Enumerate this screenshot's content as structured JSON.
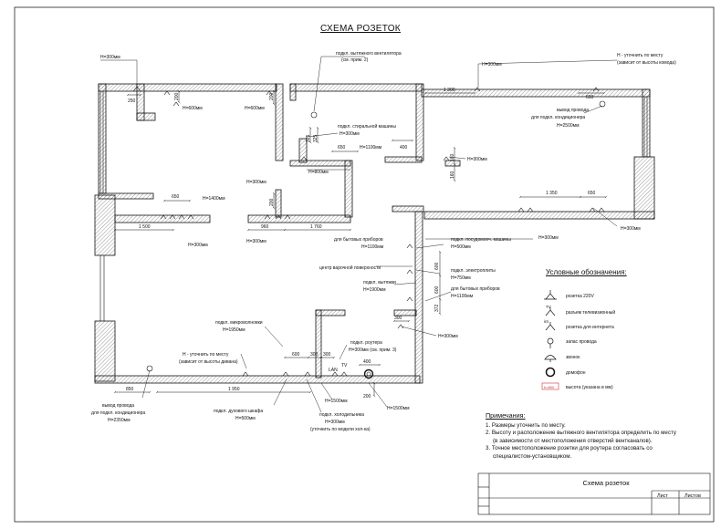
{
  "title": "СХЕМА РОЗЕТОК",
  "labels": {
    "h300_tl": "H=300мм",
    "d250": "250",
    "d200_a": "200",
    "h600_a": "H=600мм",
    "h600_b": "H=600мм",
    "d200_b": "200",
    "vent": "подкл. вытяжного вентилятора",
    "vent2": "(см. прим. 2)",
    "h_top_r1": "H - уточнить по месту",
    "h_top_r2": "(зависит от высоты комода)",
    "h300_top": "H=300мм",
    "d1300": "1 300",
    "d650_tr": "650",
    "wire1": "вывод провода",
    "wire2": "для подкл. кондиционера",
    "wire3": "H=2500мм",
    "wash1": "подкл. стиральной машины",
    "wash2": "H=300мм",
    "d325": "325",
    "d325b": "325",
    "d650_m": "650",
    "h1100_m": "H=1100мм",
    "d400_m": "400",
    "h800": "H=800мм",
    "h300_c": "H=300мм",
    "d160": "160",
    "d160b": "160",
    "h300_bath": "H=300мм",
    "d200_c": "200",
    "d650_l": "650",
    "h1400": "H=1400мм",
    "d960": "960",
    "d1760": "1 760",
    "d1500": "1 500",
    "h300_l": "H=300мм",
    "h300_k": "H=300мм",
    "d1350": "1 350",
    "d650_r": "650",
    "h300_r": "H=300мм",
    "h300_r2": "H=300мм",
    "appl1": "для бытовых приборов",
    "appl2": "H=1100мм",
    "dish1": "подкл. посудомоеч. машины",
    "dish2": "H=500мм",
    "hob_c": "центр варочной поверхности",
    "stove1": "подкл. электроплиты",
    "stove2": "H=750мм",
    "hood1": "подкл. вытяжки",
    "hood2": "H=1900мм",
    "appl3": "для бытовых приборов",
    "appl4": "H=1100мм",
    "d600_a": "600",
    "d600_b": "600",
    "d372": "372",
    "micro1": "подкл. микроволновки",
    "micro2": "H=1950мм",
    "hsofa1": "H - уточнить по месту",
    "hsofa2": "(зависит от высоты дивана)",
    "d600_c": "600",
    "d300_a": "300",
    "d300_b": "300",
    "router1": "подкл. роутера",
    "router2": "H=300мм (см. прим. 3)",
    "d300_c": "300",
    "h300_e": "H=300мм",
    "lan": "LAN",
    "tv": "TV",
    "d400_b": "400",
    "d850": "850",
    "d1950": "1 950",
    "h1500_a": "H=1500мм",
    "d200_d": "200",
    "h1500_b": "H=1500мм",
    "wire4": "вывод провода",
    "wire5": "для подкл. кондиционера",
    "wire6": "H=2350мм",
    "oven1": "подкл. духового шкафа",
    "oven2": "H=500мм",
    "fridge1": "подкл. холодильника",
    "fridge2": "H=300мм",
    "fridge3": "(уточнить по модели хол-ка)"
  },
  "legend": {
    "title": "Условные обозначения:",
    "items": [
      {
        "icon": "socket-220v-icon",
        "label": "розетка 220V"
      },
      {
        "icon": "tv-socket-icon",
        "label": "разъем телевизионный",
        "mark": "TV"
      },
      {
        "icon": "internet-socket-icon",
        "label": "розетка для интернета",
        "mark": "int"
      },
      {
        "icon": "wire-outlet-icon",
        "label": "запас провода"
      },
      {
        "icon": "doorbell-icon",
        "label": "звонок"
      },
      {
        "icon": "intercom-icon",
        "label": "домофон"
      },
      {
        "icon": "height-mark-icon",
        "label": "высота (указана в мм)",
        "mark": "h=800"
      }
    ]
  },
  "notes": {
    "heading": "Примечания:",
    "items": [
      "1. Размеры уточнить по месту.",
      "2. Высоту и расположение вытяжного вентилятора определить по месту",
      "(в зависимости от местоположения отверстий вентканалов).",
      "3. Точное местоположение розетки для роутера согласовать со",
      "специалистом-установщиком."
    ]
  },
  "stamp": {
    "name": "Схема розеток",
    "sheet": "Лист",
    "sheets": "Листов"
  },
  "colors": {
    "ink": "#111111",
    "wall_hatch": "#444444",
    "paper": "#ffffff"
  }
}
